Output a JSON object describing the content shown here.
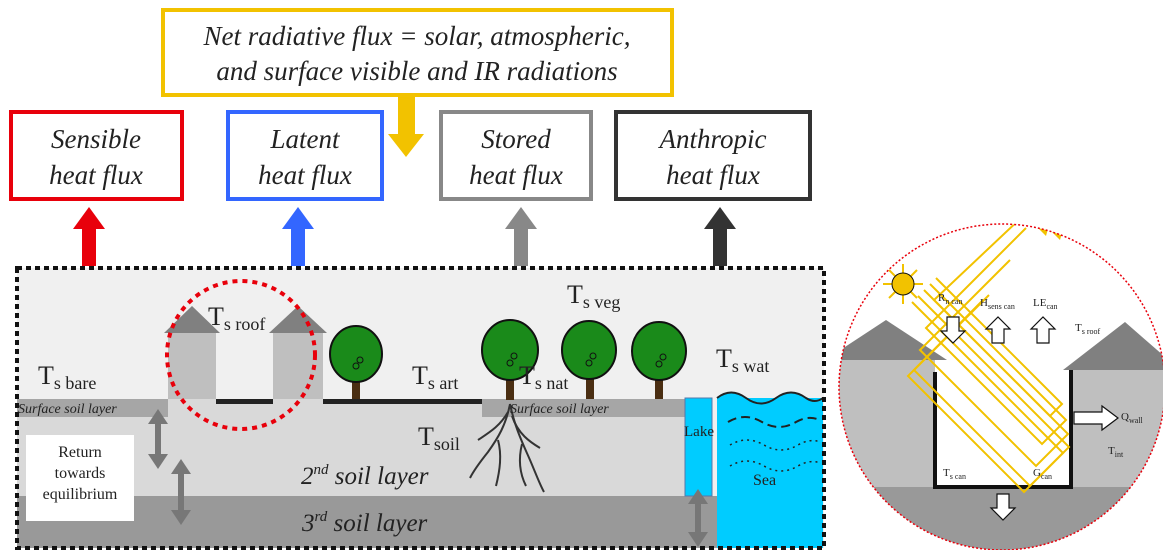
{
  "header": {
    "line1": "Net radiative flux = solar, atmospheric,",
    "line2": "and surface visible and IR radiations",
    "color": "#f2c200"
  },
  "flux_boxes": [
    {
      "line1": "Sensible",
      "line2": "heat flux",
      "color": "#e8000b"
    },
    {
      "line1": "Latent",
      "line2": "heat flux",
      "color": "#3366ff"
    },
    {
      "line1": "Stored",
      "line2": "heat flux",
      "color": "#888888"
    },
    {
      "line1": "Anthropic",
      "line2": "heat flux",
      "color": "#333333"
    }
  ],
  "temps": {
    "ts": "T",
    "sub_roof": "s roof",
    "sub_veg": "s veg",
    "sub_bare": "s bare",
    "sub_art": "s art",
    "sub_nat": "s nat",
    "sub_wat": "s wat",
    "soil_t": "T",
    "soil_sub": "soil"
  },
  "layers": {
    "surface_left": "Surface soil layer",
    "surface_right": "Surface soil layer",
    "second_num": "2",
    "second_sup": "nd",
    "second_rest": " soil layer",
    "third_num": "3",
    "third_sup": "rd",
    "third_rest": " soil layer"
  },
  "return_box": {
    "line1": "Return",
    "line2": "towards",
    "line3": "equilibrium"
  },
  "water": {
    "lake": "Lake",
    "sea": "Sea",
    "color": "#00ccff"
  },
  "zoom": {
    "rn": "R",
    "rn_sub": "n can",
    "h": "H",
    "h_sub": "sens can",
    "le": "LE",
    "le_sub": "can",
    "ts": "T",
    "ts_sub": "s roof",
    "qwall": "Q",
    "qwall_sub": "wall",
    "tint": "T",
    "tint_sub": "int",
    "tscan": "T",
    "tscan_sub": "s can",
    "gcan": "G",
    "gcan_sub": "can"
  }
}
